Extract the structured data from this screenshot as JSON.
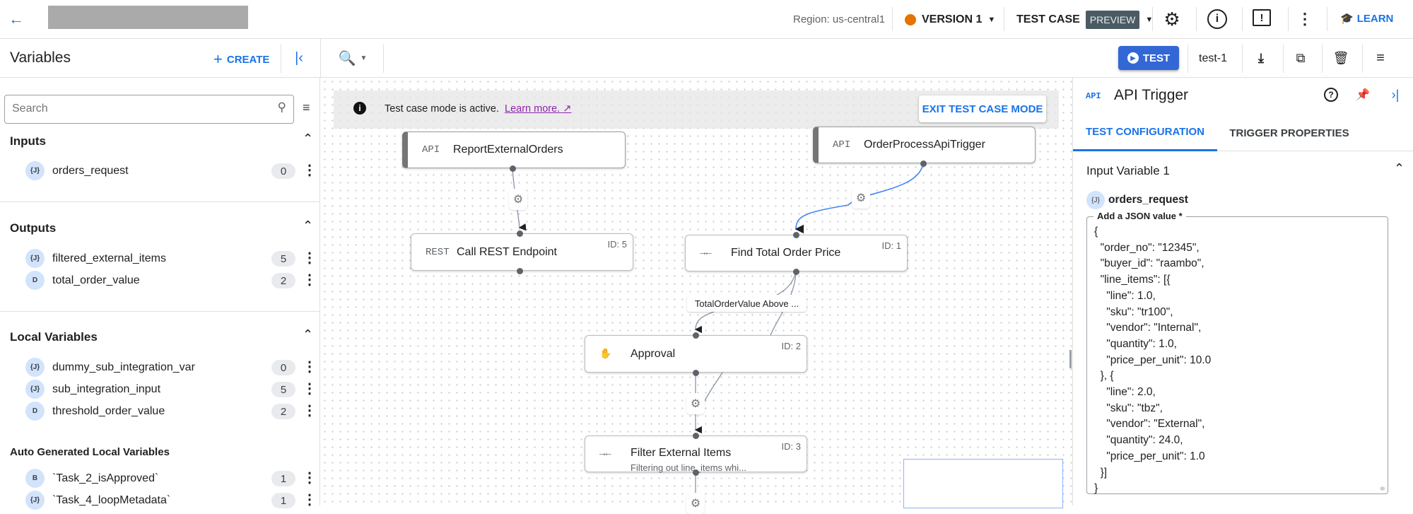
{
  "header": {
    "region": "Region: us-central1",
    "version_label": "VERSION 1",
    "version_color": "#e37400",
    "test_case_label": "TEST CASE",
    "preview_badge": "PREVIEW",
    "learn_label": "LEARN",
    "icons": [
      "back-arrow-icon",
      "gear-icon",
      "info-icon",
      "feedback-icon",
      "more-vert-icon",
      "learn-icon"
    ]
  },
  "toolbar": {
    "panel_title": "Variables",
    "create_label": "CREATE",
    "test_label": "TEST",
    "test_case_name": "test-1"
  },
  "variables": {
    "search_placeholder": "Search",
    "sections": [
      {
        "title": "Inputs",
        "items": [
          {
            "type": "{J}",
            "name": "orders_request",
            "count": "0"
          }
        ]
      },
      {
        "title": "Outputs",
        "items": [
          {
            "type": "{J}",
            "name": "filtered_external_items",
            "count": "5"
          },
          {
            "type": "D",
            "name": "total_order_value",
            "count": "2"
          }
        ]
      },
      {
        "title": "Local Variables",
        "items": [
          {
            "type": "{J}",
            "name": "dummy_sub_integration_var",
            "count": "0"
          },
          {
            "type": "{J}",
            "name": "sub_integration_input",
            "count": "5"
          },
          {
            "type": "D",
            "name": "threshold_order_value",
            "count": "2"
          }
        ]
      },
      {
        "title": "Auto Generated Local Variables",
        "items": [
          {
            "type": "B",
            "name": "`Task_2_isApproved`",
            "count": "1"
          },
          {
            "type": "{J}",
            "name": "`Task_4_loopMetadata`",
            "count": "1"
          }
        ]
      }
    ]
  },
  "canvas": {
    "banner_text": "Test case mode is active.",
    "banner_link": "Learn more.",
    "exit_label": "EXIT TEST CASE MODE",
    "nodes": [
      {
        "icon": "API",
        "title": "ReportExternalOrders"
      },
      {
        "icon": "API",
        "title": "OrderProcessApiTrigger"
      },
      {
        "icon": "REST",
        "title": "Call REST Endpoint",
        "id": "ID: 5"
      },
      {
        "icon": "merge",
        "title": "Find Total Order Price",
        "id": "ID: 1"
      },
      {
        "icon": "hand",
        "title": "Approval",
        "id": "ID: 2"
      },
      {
        "icon": "merge",
        "title": "Filter External Items",
        "subtitle": "Filtering out line_items whi...",
        "id": "ID: 3"
      }
    ],
    "edge_label": "TotalOrderValue Above ...",
    "active_edge_color": "#4285f4"
  },
  "panel": {
    "icon": "API",
    "title": "API Trigger",
    "tabs": [
      "TEST CONFIGURATION",
      "TRIGGER PROPERTIES"
    ],
    "active_tab": "TEST CONFIGURATION",
    "section_title": "Input Variable 1",
    "var_type": "{J}",
    "var_name": "orders_request",
    "field_label": "Add a JSON value *",
    "json_value": "{\n  \"order_no\": \"12345\",\n  \"buyer_id\": \"raambo\",\n  \"line_items\": [{\n    \"line\": 1.0,\n    \"sku\": \"tr100\",\n    \"vendor\": \"Internal\",\n    \"quantity\": 1.0,\n    \"price_per_unit\": 10.0\n  }, {\n    \"line\": 2.0,\n    \"sku\": \"tbz\",\n    \"vendor\": \"External\",\n    \"quantity\": 24.0,\n    \"price_per_unit\": 1.0\n  }]\n}"
  }
}
